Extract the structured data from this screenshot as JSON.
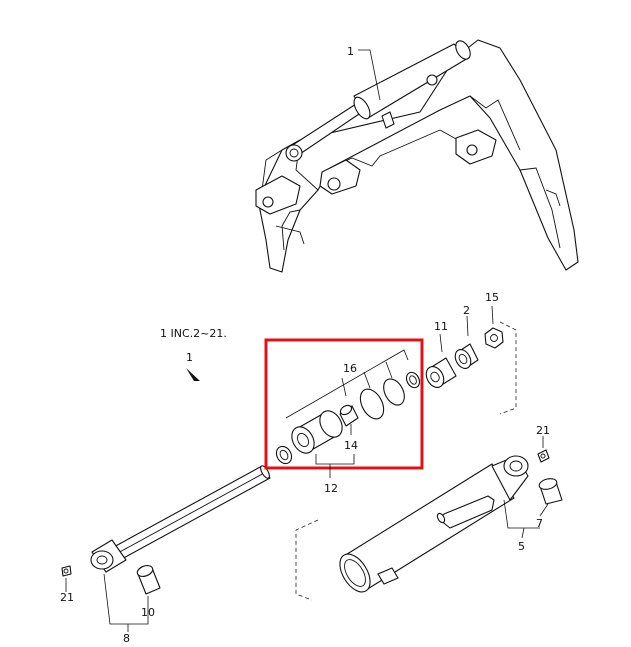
{
  "diagram": {
    "note": "1 INC.2~21.",
    "accent_color": "#e0101a",
    "callouts": [
      {
        "id": "c1-top",
        "text": "1"
      },
      {
        "id": "c1",
        "text": "1"
      },
      {
        "id": "c2",
        "text": "2"
      },
      {
        "id": "c5",
        "text": "5"
      },
      {
        "id": "c7",
        "text": "7"
      },
      {
        "id": "c8",
        "text": "8"
      },
      {
        "id": "c10",
        "text": "10"
      },
      {
        "id": "c11",
        "text": "11"
      },
      {
        "id": "c12",
        "text": "12"
      },
      {
        "id": "c14",
        "text": "14"
      },
      {
        "id": "c15",
        "text": "15"
      },
      {
        "id": "c16",
        "text": "16"
      },
      {
        "id": "c21-left",
        "text": "21"
      },
      {
        "id": "c21-right",
        "text": "21"
      }
    ]
  }
}
